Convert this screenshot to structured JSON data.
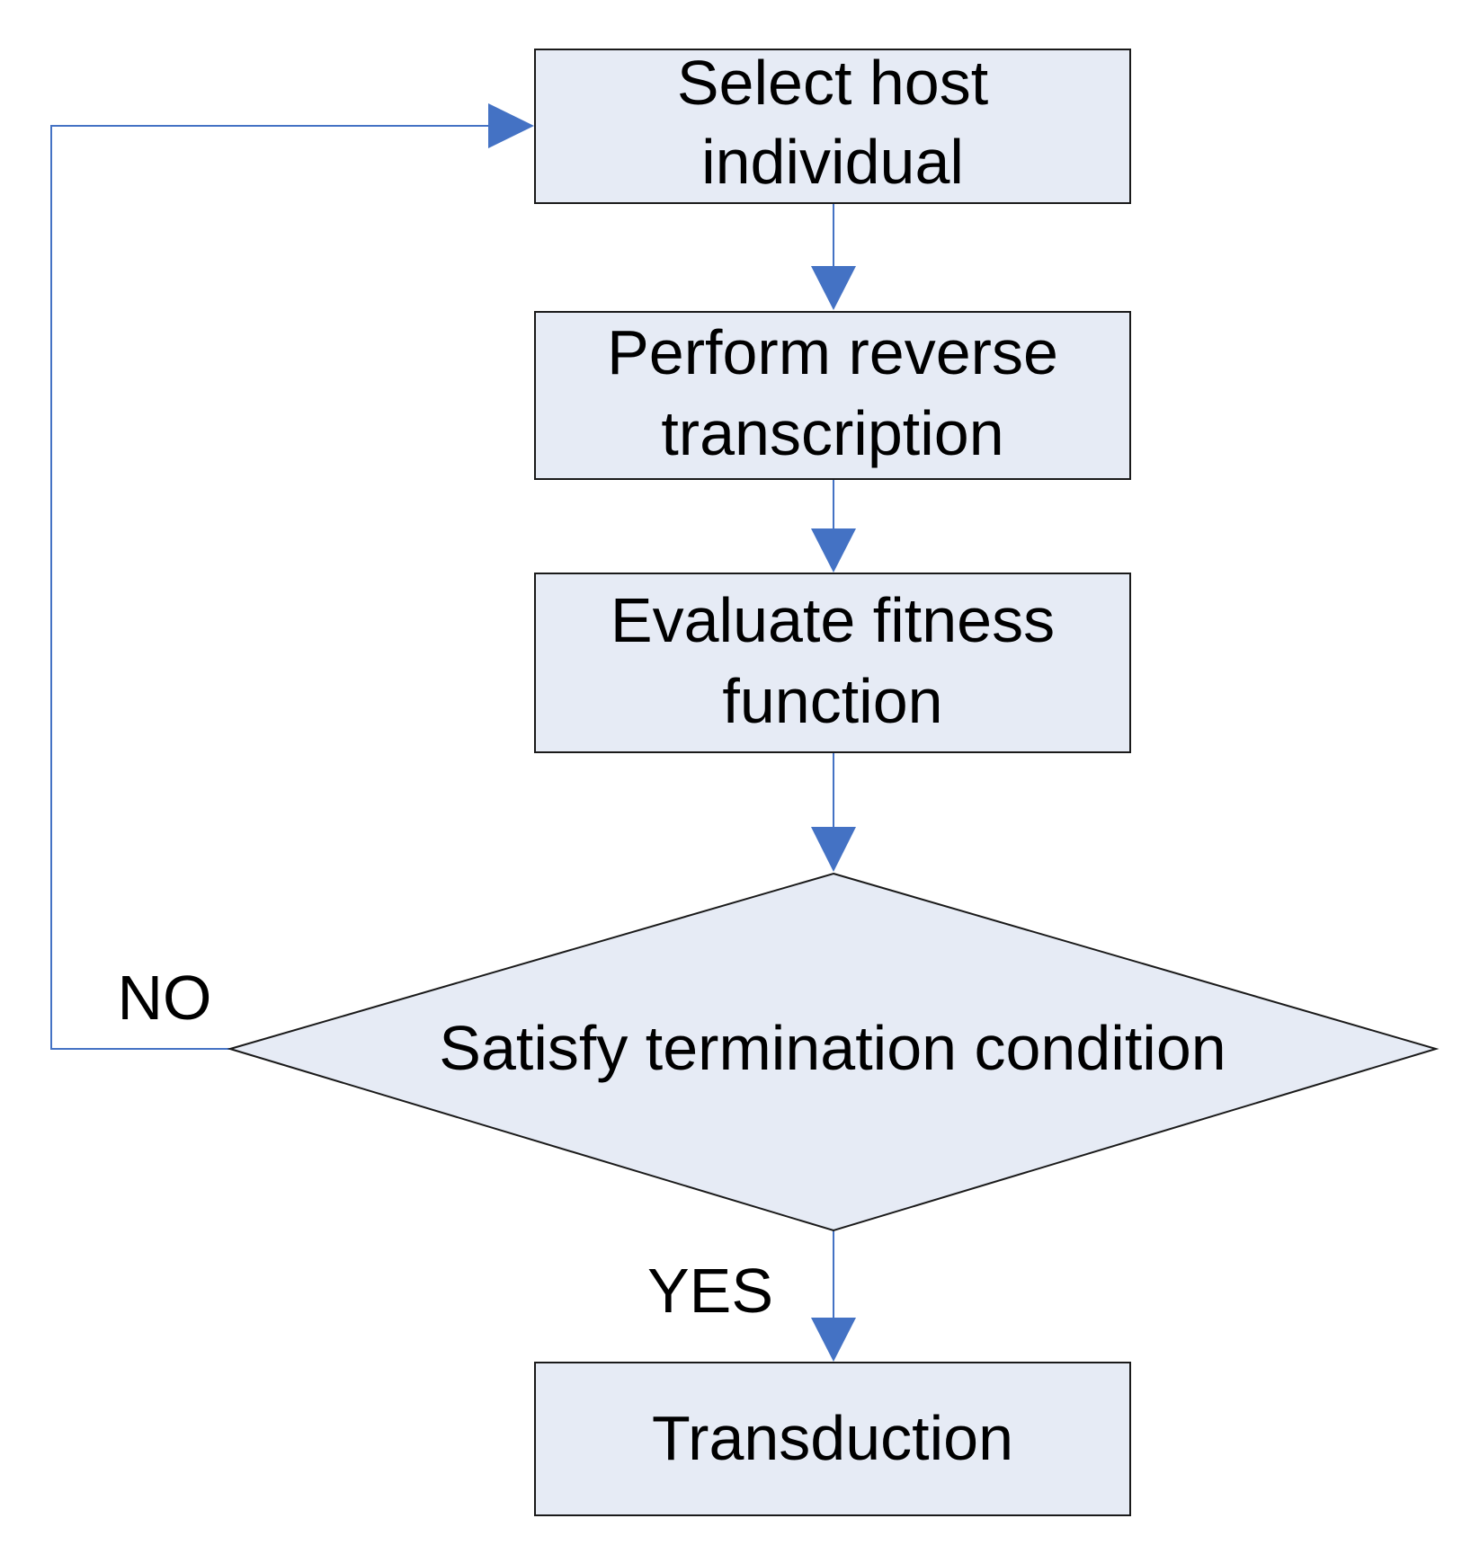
{
  "nodes": {
    "select_host": {
      "line1": "Select host",
      "line2": "individual"
    },
    "reverse_transcription": {
      "line1": "Perform reverse",
      "line2": "transcription"
    },
    "evaluate_fitness": {
      "line1": "Evaluate fitness",
      "line2": "function"
    },
    "termination_check": {
      "label": "Satisfy termination condition"
    },
    "transduction": {
      "label": "Transduction"
    }
  },
  "edges": {
    "no_label": "NO",
    "yes_label": "YES"
  },
  "colors": {
    "box_fill": "#e6ebf5",
    "box_stroke": "#1a1a1a",
    "connector": "#4472c4",
    "text": "#000000"
  }
}
